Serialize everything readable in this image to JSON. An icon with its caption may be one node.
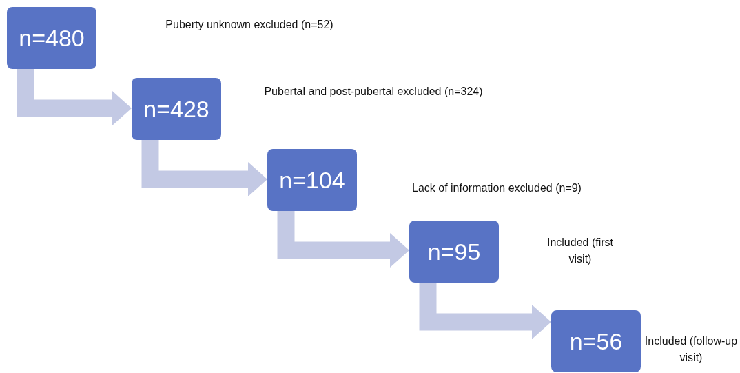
{
  "diagram": {
    "nodes": [
      {
        "text": [
          "n=480"
        ]
      },
      {
        "text": [
          "n=428"
        ]
      },
      {
        "text": [
          "n=104"
        ]
      },
      {
        "text": [
          "n=95"
        ]
      },
      {
        "text": [
          "n=56"
        ]
      }
    ],
    "edges": [
      {
        "from": 0,
        "to": 1,
        "arrow": "to",
        "style": "thick"
      },
      {
        "from": 1,
        "to": 2,
        "arrow": "to",
        "style": "thick"
      },
      {
        "from": 2,
        "to": 3,
        "arrow": "to",
        "style": "thick"
      },
      {
        "from": 3,
        "to": 4,
        "arrow": "to",
        "style": "thick"
      }
    ],
    "labels": [
      "Puberty unknown excluded (n=52)",
      "Pubertal and post-pubertal excluded (n=324)",
      "Lack of information excluded (n=9)",
      "Included (first visit)",
      "Included (follow-up visit)"
    ]
  }
}
